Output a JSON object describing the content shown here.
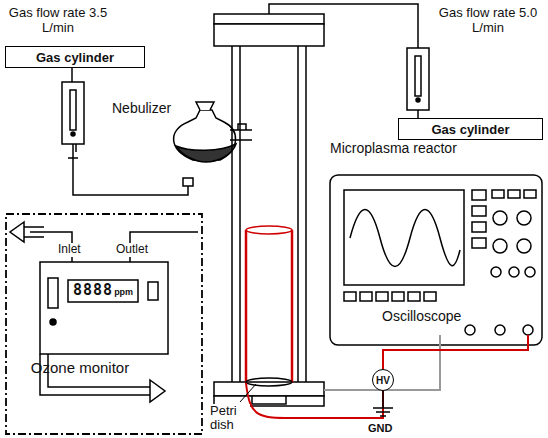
{
  "diagram": {
    "nodes": [
      {
        "text": [
          "Gas cylinder"
        ]
      },
      {
        "text": [
          "Gas cylinder"
        ]
      },
      {
        "text": [
          "Ozone monitor"
        ]
      },
      {
        "text": [
          "HV"
        ]
      }
    ],
    "labels": [
      "Gas flow rate 3.5 L/min",
      "Gas flow rate 5.0 L/min",
      "Nebulizer",
      "Microplasma reactor",
      "Oscilloscope",
      "Inlet",
      "Outlet",
      "8888",
      "ppm",
      "Petri dish",
      "GND"
    ]
  }
}
